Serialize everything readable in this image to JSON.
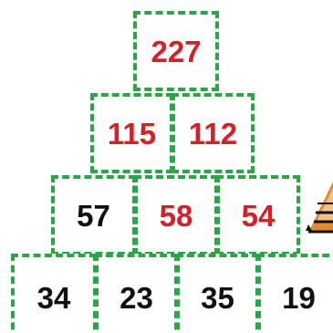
{
  "pyramid": {
    "rows": [
      [
        {
          "value": "227",
          "color": "#d81f26"
        }
      ],
      [
        {
          "value": "115",
          "color": "#d81f26"
        },
        {
          "value": "112",
          "color": "#d81f26"
        }
      ],
      [
        {
          "value": "57",
          "color": "#111111"
        },
        {
          "value": "58",
          "color": "#d81f26"
        },
        {
          "value": "54",
          "color": "#d81f26"
        }
      ],
      [
        {
          "value": "34",
          "color": "#111111"
        },
        {
          "value": "23",
          "color": "#111111"
        },
        {
          "value": "35",
          "color": "#111111"
        },
        {
          "value": "19",
          "color": "#111111"
        }
      ]
    ]
  },
  "style": {
    "border_color": "#27a844",
    "accent_color": "#d81f26",
    "text_color": "#111111"
  },
  "decor": {
    "icon": "pencil-icon"
  }
}
